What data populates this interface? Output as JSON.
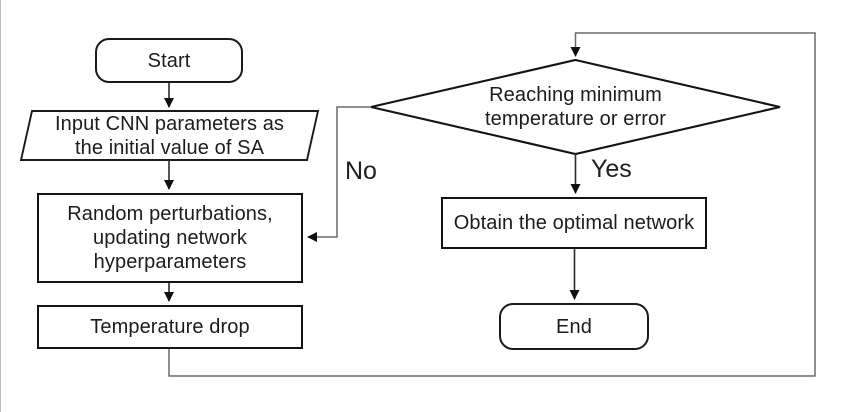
{
  "flowchart": {
    "nodes": {
      "start": {
        "shape": "terminator",
        "label": "Start"
      },
      "input_params": {
        "shape": "parallelogram",
        "lines": [
          "Input CNN parameters as",
          "the initial value of SA"
        ]
      },
      "random_perturbations": {
        "shape": "process",
        "lines": [
          "Random perturbations,",
          "updating network",
          "hyperparameters"
        ]
      },
      "temperature_drop": {
        "shape": "process",
        "label": "Temperature drop"
      },
      "decision": {
        "shape": "decision",
        "lines": [
          "Reaching minimum",
          "temperature or error"
        ]
      },
      "obtain_network": {
        "shape": "process",
        "label": "Obtain the optimal network"
      },
      "end": {
        "shape": "terminator",
        "label": "End"
      }
    },
    "edge_labels": {
      "no": "No",
      "yes": "Yes"
    },
    "colors": {
      "shape_stroke": "#1a1a1a",
      "connector_dark": "#2b2b2b",
      "connector_gray": "#6a6a6a",
      "arrowhead": "#111111",
      "text": "#1c1c1c",
      "background": "#ffffff"
    }
  }
}
